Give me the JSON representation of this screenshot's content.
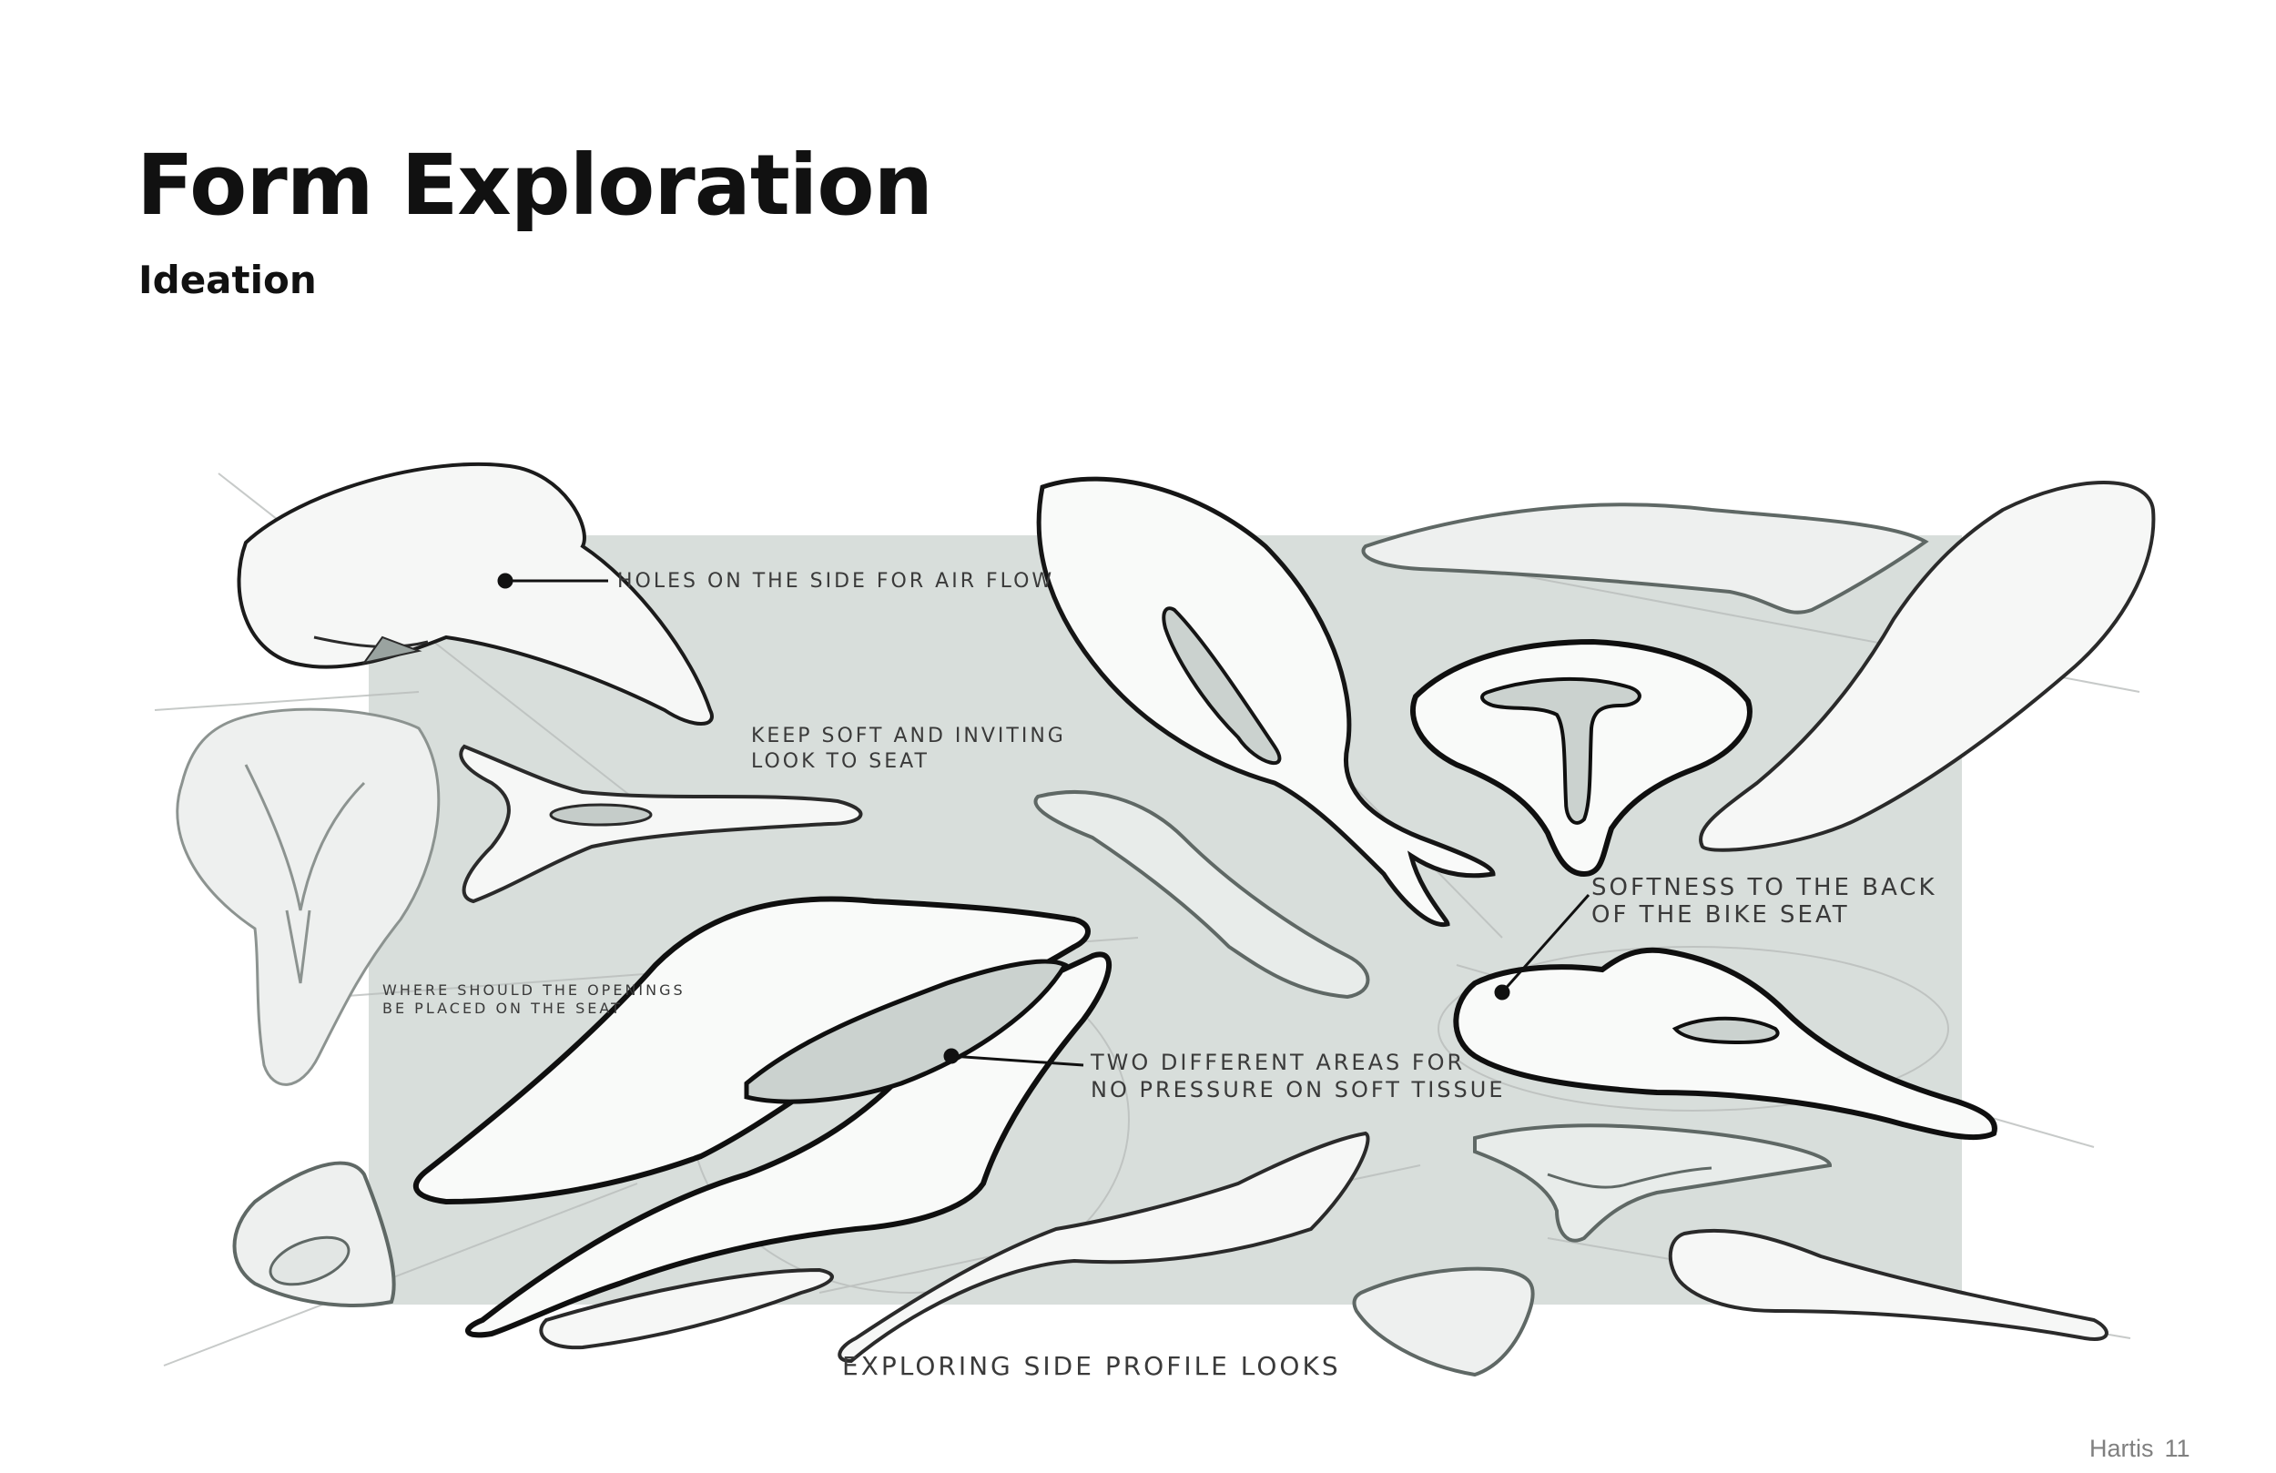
{
  "header": {
    "title": "Form Exploration",
    "subtitle": "Ideation"
  },
  "sketch": {
    "backdrop_color": "#d8dedb",
    "annotations": {
      "holes": "HOLES ON THE SIDE FOR AIR FLOW",
      "keep_soft_line1": "KEEP SOFT AND INVITING",
      "keep_soft_line2": "LOOK TO SEAT",
      "openings_line1": "WHERE SHOULD THE OPENINGS",
      "openings_line2": "BE PLACED ON THE SEAT",
      "two_areas_line1": "TWO DIFFERENT AREAS FOR",
      "two_areas_line2": "NO PRESSURE ON SOFT TISSUE",
      "softness_line1": "SOFTNESS TO THE BACK",
      "softness_line2": "OF THE BIKE SEAT",
      "side_profile": "EXPLORING SIDE PROFILE LOOKS"
    }
  },
  "footer": {
    "author": "Hartis",
    "page_number": "11"
  }
}
